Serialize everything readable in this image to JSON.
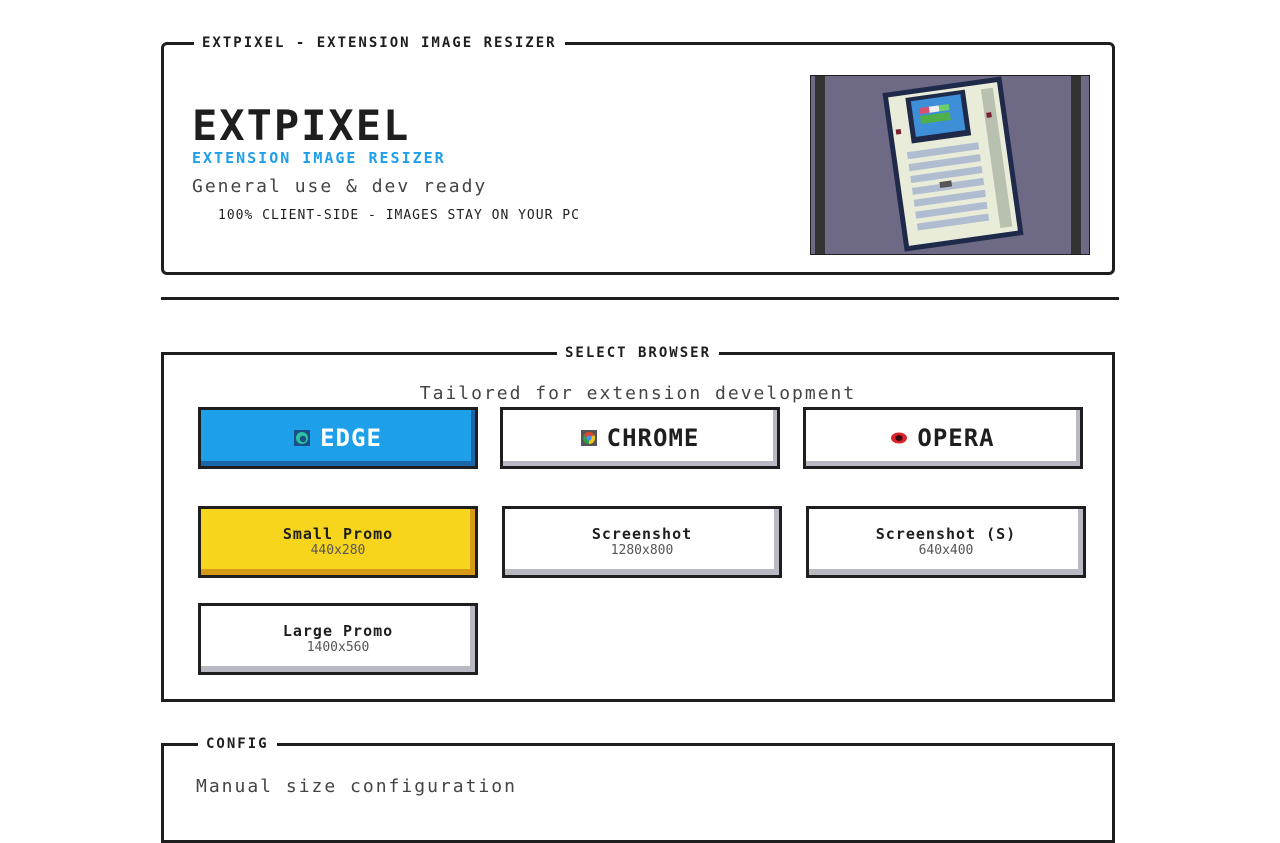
{
  "header": {
    "legend": "EXTPIXEL - EXTENSION IMAGE RESIZER",
    "title": "EXTPIXEL",
    "subtitle": "EXTENSION IMAGE RESIZER",
    "tagline": "General use & dev ready",
    "note": "100% CLIENT-SIDE - IMAGES STAY ON YOUR PC"
  },
  "browser": {
    "legend": "SELECT BROWSER",
    "subtitle": "Tailored for extension development",
    "buttons": [
      {
        "label": "EDGE",
        "icon": "edge-icon",
        "active": true
      },
      {
        "label": "CHROME",
        "icon": "chrome-icon",
        "active": false
      },
      {
        "label": "OPERA",
        "icon": "opera-icon",
        "active": false
      }
    ],
    "sizes": [
      {
        "name": "Small Promo",
        "size": "440x280",
        "active": true
      },
      {
        "name": "Screenshot",
        "size": "1280x800",
        "active": false
      },
      {
        "name": "Screenshot (S)",
        "size": "640x400",
        "active": false
      },
      {
        "name": "Large Promo",
        "size": "1400x560",
        "active": false
      }
    ]
  },
  "config": {
    "legend": "CONFIG",
    "subtitle": "Manual size configuration"
  },
  "colors": {
    "accent_blue": "#1e9fea",
    "accent_yellow": "#f7d51d",
    "ink": "#1e1e1e"
  }
}
